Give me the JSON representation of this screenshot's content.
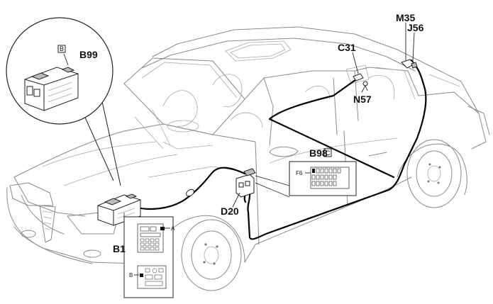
{
  "labels": {
    "b99": "B99",
    "b99_tag": "B",
    "c31": "C31",
    "m35": "M35",
    "j56": "J56",
    "n57": "N57",
    "b98": "B98",
    "b98_tag": "C",
    "f6": "F6",
    "d20": "D20",
    "b1": "B1",
    "inset_a": "A",
    "inset_b": "B"
  }
}
